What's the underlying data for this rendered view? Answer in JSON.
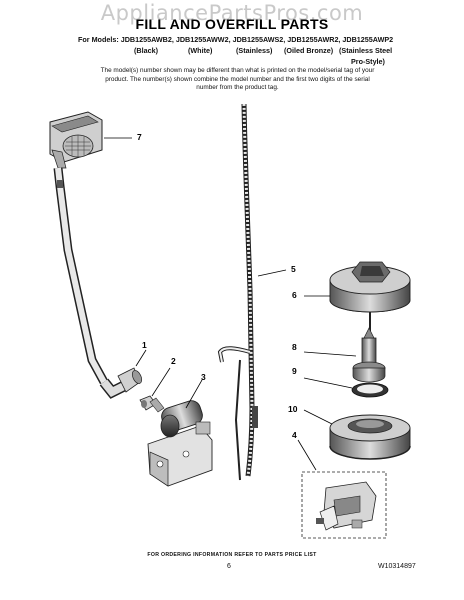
{
  "watermark": "AppliancePartsPros.com",
  "title": "FILL AND OVERFILL PARTS",
  "models_line": "For Models: JDB1255AWB2, JDB1255AWW2, JDB1255AWS2, JDB1255AWR2, JDB1255AWP2",
  "colors": [
    "(Black)",
    "(White)",
    "(Stainless)",
    "(Oiled Bronze)",
    "(Stainless Steel",
    "Pro-Style)"
  ],
  "note": "The model(s) number shown may be different than what is printed on the model/serial tag of your product. The number(s) shown combine the model number and the first two digits of the serial number from the product tag.",
  "callouts": [
    "7",
    "5",
    "6",
    "1",
    "2",
    "3",
    "8",
    "9",
    "10",
    "4"
  ],
  "footer": "FOR ORDERING INFORMATION REFER TO PARTS PRICE LIST",
  "page_number": "6",
  "doc_number": "W10314897"
}
